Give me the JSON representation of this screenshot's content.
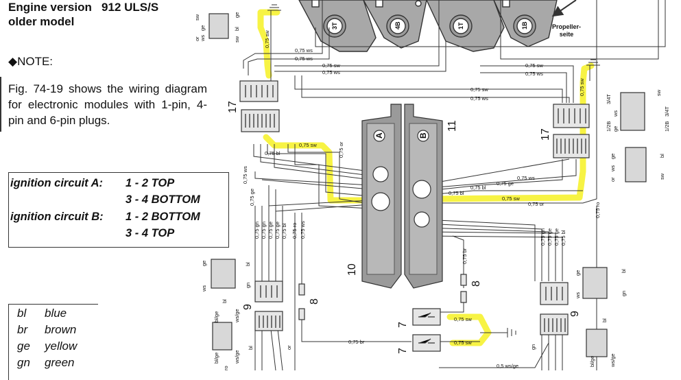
{
  "header": {
    "title_line1": "Engine version   912 ULS/S",
    "title_line2": "older model"
  },
  "note": {
    "title": "◆NOTE:",
    "text": "Fig. 74-19 shows the wiring diagram for electronic modules with 1-pin, 4-pin and 6-pin plugs."
  },
  "ignition": {
    "a_label": "ignition circuit A:",
    "a_line1": "1 - 2 TOP",
    "a_line2": "3 - 4 BOTTOM",
    "b_label": "ignition circuit B:",
    "b_line1": "1 - 2 BOTTOM",
    "b_line2": "3 - 4 TOP"
  },
  "legend": [
    {
      "code": "bl",
      "name": "blue"
    },
    {
      "code": "br",
      "name": "brown"
    },
    {
      "code": "ge",
      "name": "yellow"
    },
    {
      "code": "gn",
      "name": "green"
    }
  ],
  "diagram": {
    "colors": {
      "wire": "#333333",
      "highlight": "#f7f23a",
      "module": "#9a9a9a",
      "module_dark": "#6e6e6e"
    },
    "coils": [
      "3T",
      "4B",
      "1T",
      "1B"
    ],
    "propeller_label": "Propeller-\nseite",
    "modules": [
      {
        "id": "A",
        "number": "10"
      },
      {
        "id": "B",
        "number": "11"
      }
    ],
    "callouts": [
      "17",
      "17",
      "9",
      "9",
      "8",
      "8",
      "7",
      "7"
    ],
    "wire_labels": [
      "0,75 ws",
      "0,75 sw",
      "0,75 bl",
      "0,75 ge",
      "0,75 or",
      "0,75 gn",
      "0,75 ro",
      "0,75 br",
      "0,5 ws/ge"
    ],
    "pin_labels": [
      "sw",
      "ge",
      "ws",
      "bl",
      "or",
      "gn",
      "ro",
      "3/4T",
      "1/2B",
      "bl/ge",
      "ws/ge"
    ]
  }
}
